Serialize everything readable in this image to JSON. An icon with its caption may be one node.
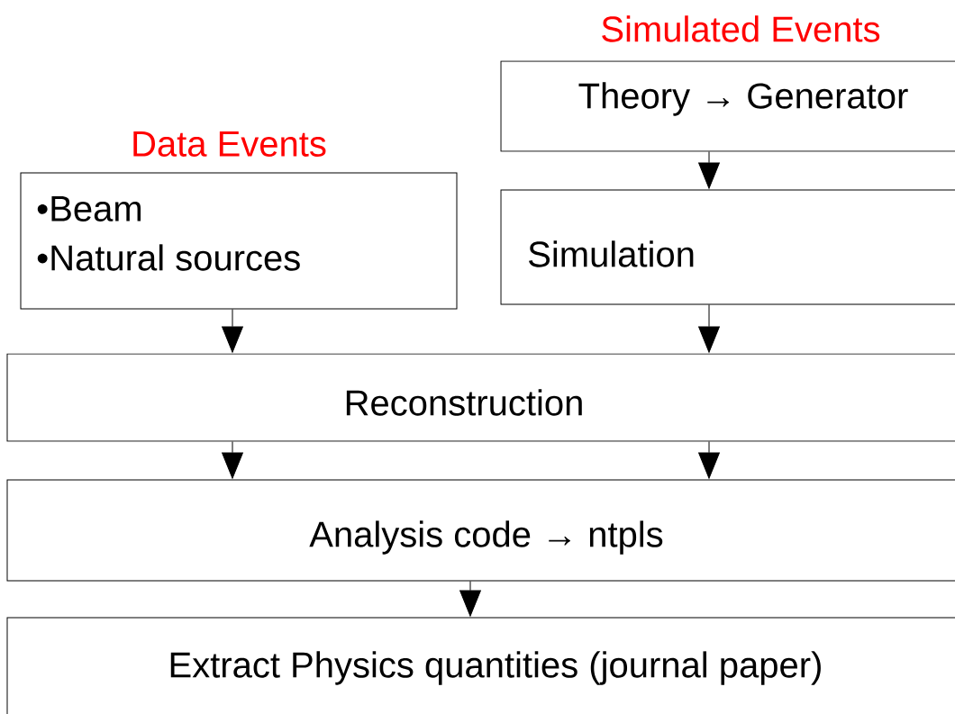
{
  "diagram": {
    "nodes": [
      {
        "text": [
          "Data Events",
          "•Beam",
          "•Natural sources"
        ]
      },
      {
        "text": [
          "Simulated Events",
          "Theory → Generator"
        ]
      },
      {
        "text": [
          "Simulation"
        ]
      },
      {
        "text": [
          "Reconstruction"
        ]
      },
      {
        "text": [
          "Analysis code → ntpls"
        ]
      },
      {
        "text": [
          "Extract Physics quantities (journal paper)"
        ]
      }
    ],
    "edges": [
      {
        "from": 1,
        "to": 2,
        "arrow": "to"
      },
      {
        "from": 0,
        "to": 3,
        "arrow": "to"
      },
      {
        "from": 2,
        "to": 3,
        "arrow": "to"
      },
      {
        "from": 3,
        "to": 4,
        "arrow": "to"
      },
      {
        "from": 3,
        "to": 4,
        "arrow": "to"
      },
      {
        "from": 4,
        "to": 5,
        "arrow": "to"
      }
    ]
  }
}
